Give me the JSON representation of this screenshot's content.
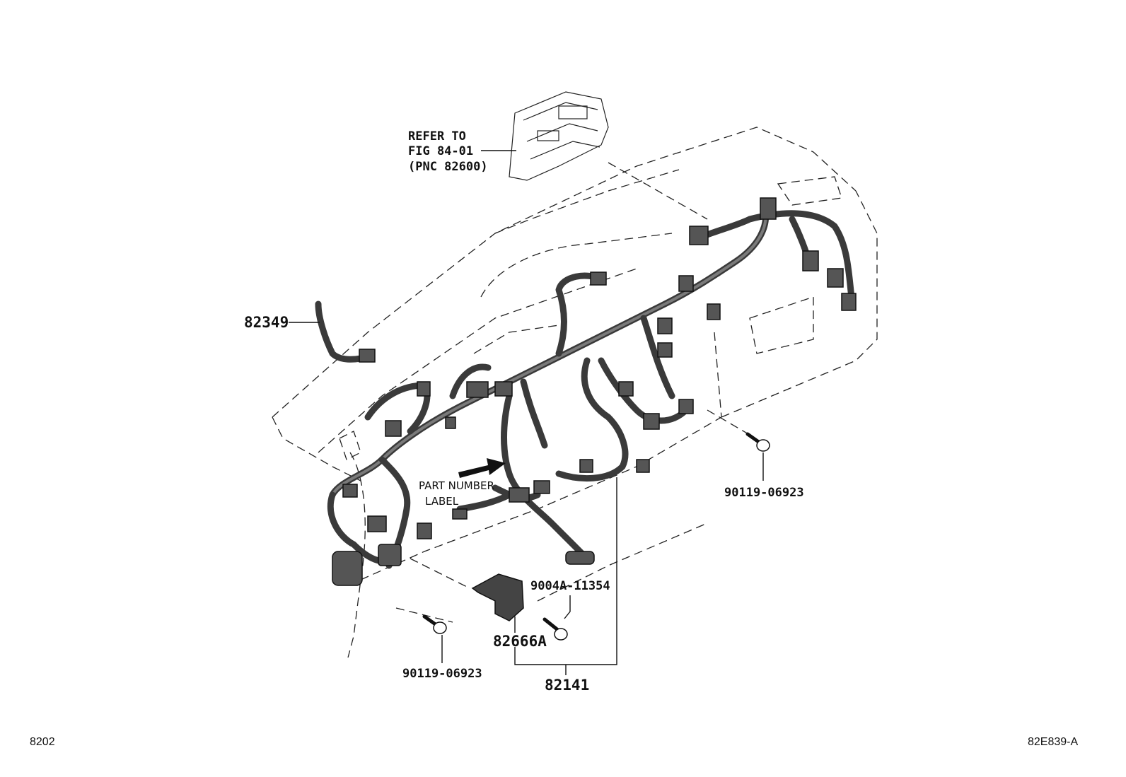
{
  "callouts": {
    "refer_line1": "REFER TO",
    "refer_line2": "FIG 84-01",
    "refer_line3": "(PNC 82600)",
    "sensor": "82349",
    "bolt_right": "90119-06923",
    "screw": "9004A-11354",
    "bracket": "82666A",
    "bolt_left": "90119-06923",
    "harness": "82141",
    "label_line1": "PART NUMBER",
    "label_line2": "LABEL"
  },
  "footer": {
    "page_code": "8202",
    "figure_code": "82E839-A"
  }
}
